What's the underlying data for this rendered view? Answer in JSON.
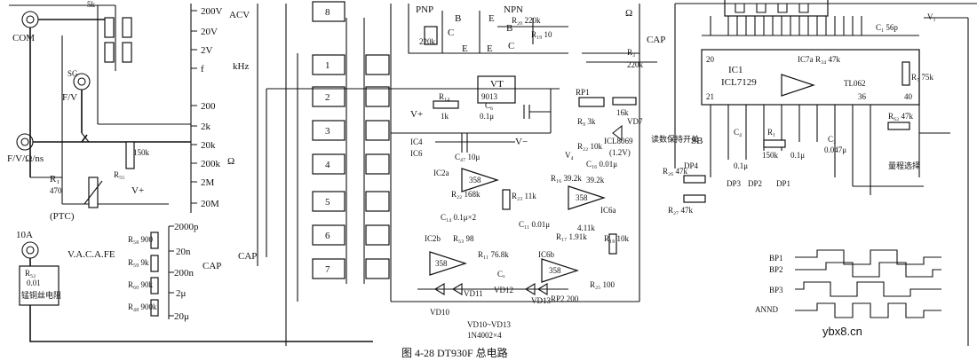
{
  "caption": "图 4-28   DT930F 总电路",
  "watermark": "ybx8.cn",
  "terminals": {
    "com": "COM",
    "fv": "F/V",
    "fvo": "F/V/Ω/ns",
    "ten_a": "10A"
  },
  "left_components": {
    "r1": "R₁",
    "r1_val": "470",
    "ptc": "(PTC)",
    "r52": "R₅₂",
    "r52_val": "0.01",
    "shunt": "锰铜丝电阻",
    "r55": "R₅₅",
    "r55_val": "150k",
    "sg": "SG",
    "vacafe": "V.A.C.A.FE",
    "vplus": "V+"
  },
  "ranges": {
    "acv": "ACV",
    "v200": "200V",
    "v20": "20V",
    "v2": "2V",
    "f": "f",
    "khz": "kHz",
    "o200": "200",
    "o2k": "2k",
    "o20k": "20k",
    "o200k": "200k",
    "o2m": "2M",
    "o20m": "20M",
    "c2000p": "2000p",
    "c20n": "20n",
    "c200n": "200n",
    "c2u": "2μ",
    "c20u": "20μ",
    "cap": "CAP",
    "omega": "Ω",
    "five_k": "5k"
  },
  "cap_resistors": [
    "R₅₈ 900",
    "R₅₉ 9k",
    "R₆₀ 90k",
    "R₄₈ 900k"
  ],
  "switch_numbers": [
    "8",
    "1",
    "2",
    "3",
    "4",
    "5",
    "6",
    "7"
  ],
  "transistor": {
    "pnp": "PNP",
    "npn": "NPN",
    "vt": "VT",
    "vt_type": "9013",
    "r20": "R₂₀ 220k",
    "r19": "R₁₉ 10",
    "r_220k": "220k",
    "b": "B",
    "e": "E",
    "c": "C"
  },
  "middle": {
    "r14": "R₁₄",
    "r14_val": "1k",
    "c6": "C₆",
    "c6_val": "0.1μ",
    "vplus": "V+",
    "ic4": "IC4",
    "ic6": "IC6",
    "c47": "C₄₇ 10μ",
    "vminus": "V−",
    "rp1": "RP1",
    "r9": "R₉ 3k",
    "r_16k": "16k",
    "vd7": "VD7",
    "r22": "R₂₂ 10k",
    "icl8069": "ICL8069",
    "icl_v": "(1.2V)",
    "c16": "C₁₆ 0.01μ",
    "r3": "R₃",
    "r3_val": "220k",
    "cap": "CAP",
    "omega": "Ω",
    "v_sub4": "V₄"
  },
  "opamps": {
    "ic2a": "IC2a",
    "ic2b": "IC2b",
    "ic6a": "IC6a",
    "ic6b": "IC6b",
    "op358": "358",
    "r22b": "R₂₂ 168k",
    "c14": "C₁₄ 0.1μ×2",
    "r23": "R₂₃ 11k",
    "r16": "R₁₆ 39.2k",
    "r_39k": "39.2k",
    "c11": "C₁₁ 0.01μ",
    "r53": "R₅₃ 98",
    "r11": "R₁₁ 76.8k",
    "r17": "R₁₇ 1.91k",
    "r_411k": "4.11k",
    "r18": "R₁₈ 10k",
    "cx": "Cₓ",
    "r25": "R₂₅ 100",
    "rp2": "RP2 200",
    "vd10": "VD10",
    "vd11": "VD11",
    "vd12": "VD12",
    "vd13": "VD13",
    "vd_range": "VD10~VD13",
    "vd_type": "1N4002×4"
  },
  "right": {
    "ic1": "IC1",
    "ic1_type": "ICL7129",
    "ic7a": "IC7a",
    "tl062": "TL062",
    "r34": "R₃₄ 47k",
    "c1": "C₁ 56p",
    "v1": "V₁",
    "r75k": "R₇ 75k",
    "pin20": "20",
    "pin21": "21",
    "pin40": "40",
    "pin36": "36",
    "hold": "读数保持开关",
    "sb": "SB",
    "c4": "C₄",
    "c_01": "0.1μ",
    "r1": "R₁",
    "r1v": "150k",
    "c_01b": "0.1μ",
    "c3": "C₃",
    "c3v": "0.047μ",
    "r_47k": "R₆₂ 47k",
    "r26": "R₂₆ 47k",
    "r27": "R₂₇ 47k",
    "dp4": "DP4",
    "dp3": "DP3",
    "dp2": "DP2",
    "dp1": "DP1",
    "select": "量程选择"
  },
  "waveforms": [
    "BP1",
    "BP2",
    "BP3",
    "ANND"
  ]
}
